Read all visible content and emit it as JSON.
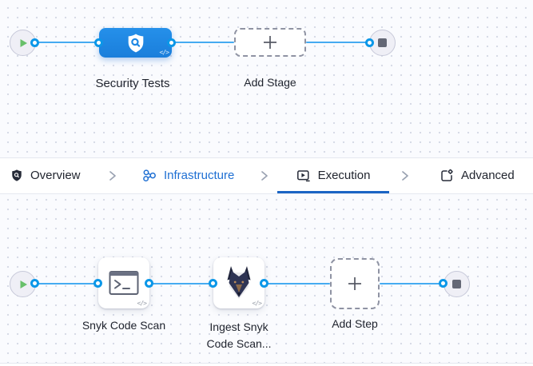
{
  "colors": {
    "canvas_bg": "#fafbfe",
    "edge_blue": "#45abf1",
    "port_blue": "#0b97e8",
    "stage_blue": "#1d87e4",
    "tab_link_blue": "#1e6fd3",
    "tab_active_underline": "#1a64c4",
    "play_green": "#68c06a"
  },
  "stage_pipeline": {
    "stage": {
      "label": "Security Tests",
      "icon": "shield-search-icon"
    },
    "add_stage": {
      "label": "Add Stage"
    },
    "code_glyph": "</>"
  },
  "tabs": {
    "items": [
      {
        "label": "Overview",
        "icon": "shield-icon",
        "active": false
      },
      {
        "label": "Infrastructure",
        "icon": "infrastructure-icon",
        "active": false
      },
      {
        "label": "Execution",
        "icon": "execution-icon",
        "active": true
      },
      {
        "label": "Advanced",
        "icon": "advanced-icon",
        "active": false
      }
    ]
  },
  "step_pipeline": {
    "steps": [
      {
        "label": "Snyk Code Scan",
        "icon": "terminal-icon"
      },
      {
        "label_lines": [
          "Ingest Snyk",
          "Code Scan..."
        ],
        "icon": "snyk-dog-icon"
      }
    ],
    "add_step": {
      "label": "Add Step"
    },
    "code_glyph": "</>"
  }
}
